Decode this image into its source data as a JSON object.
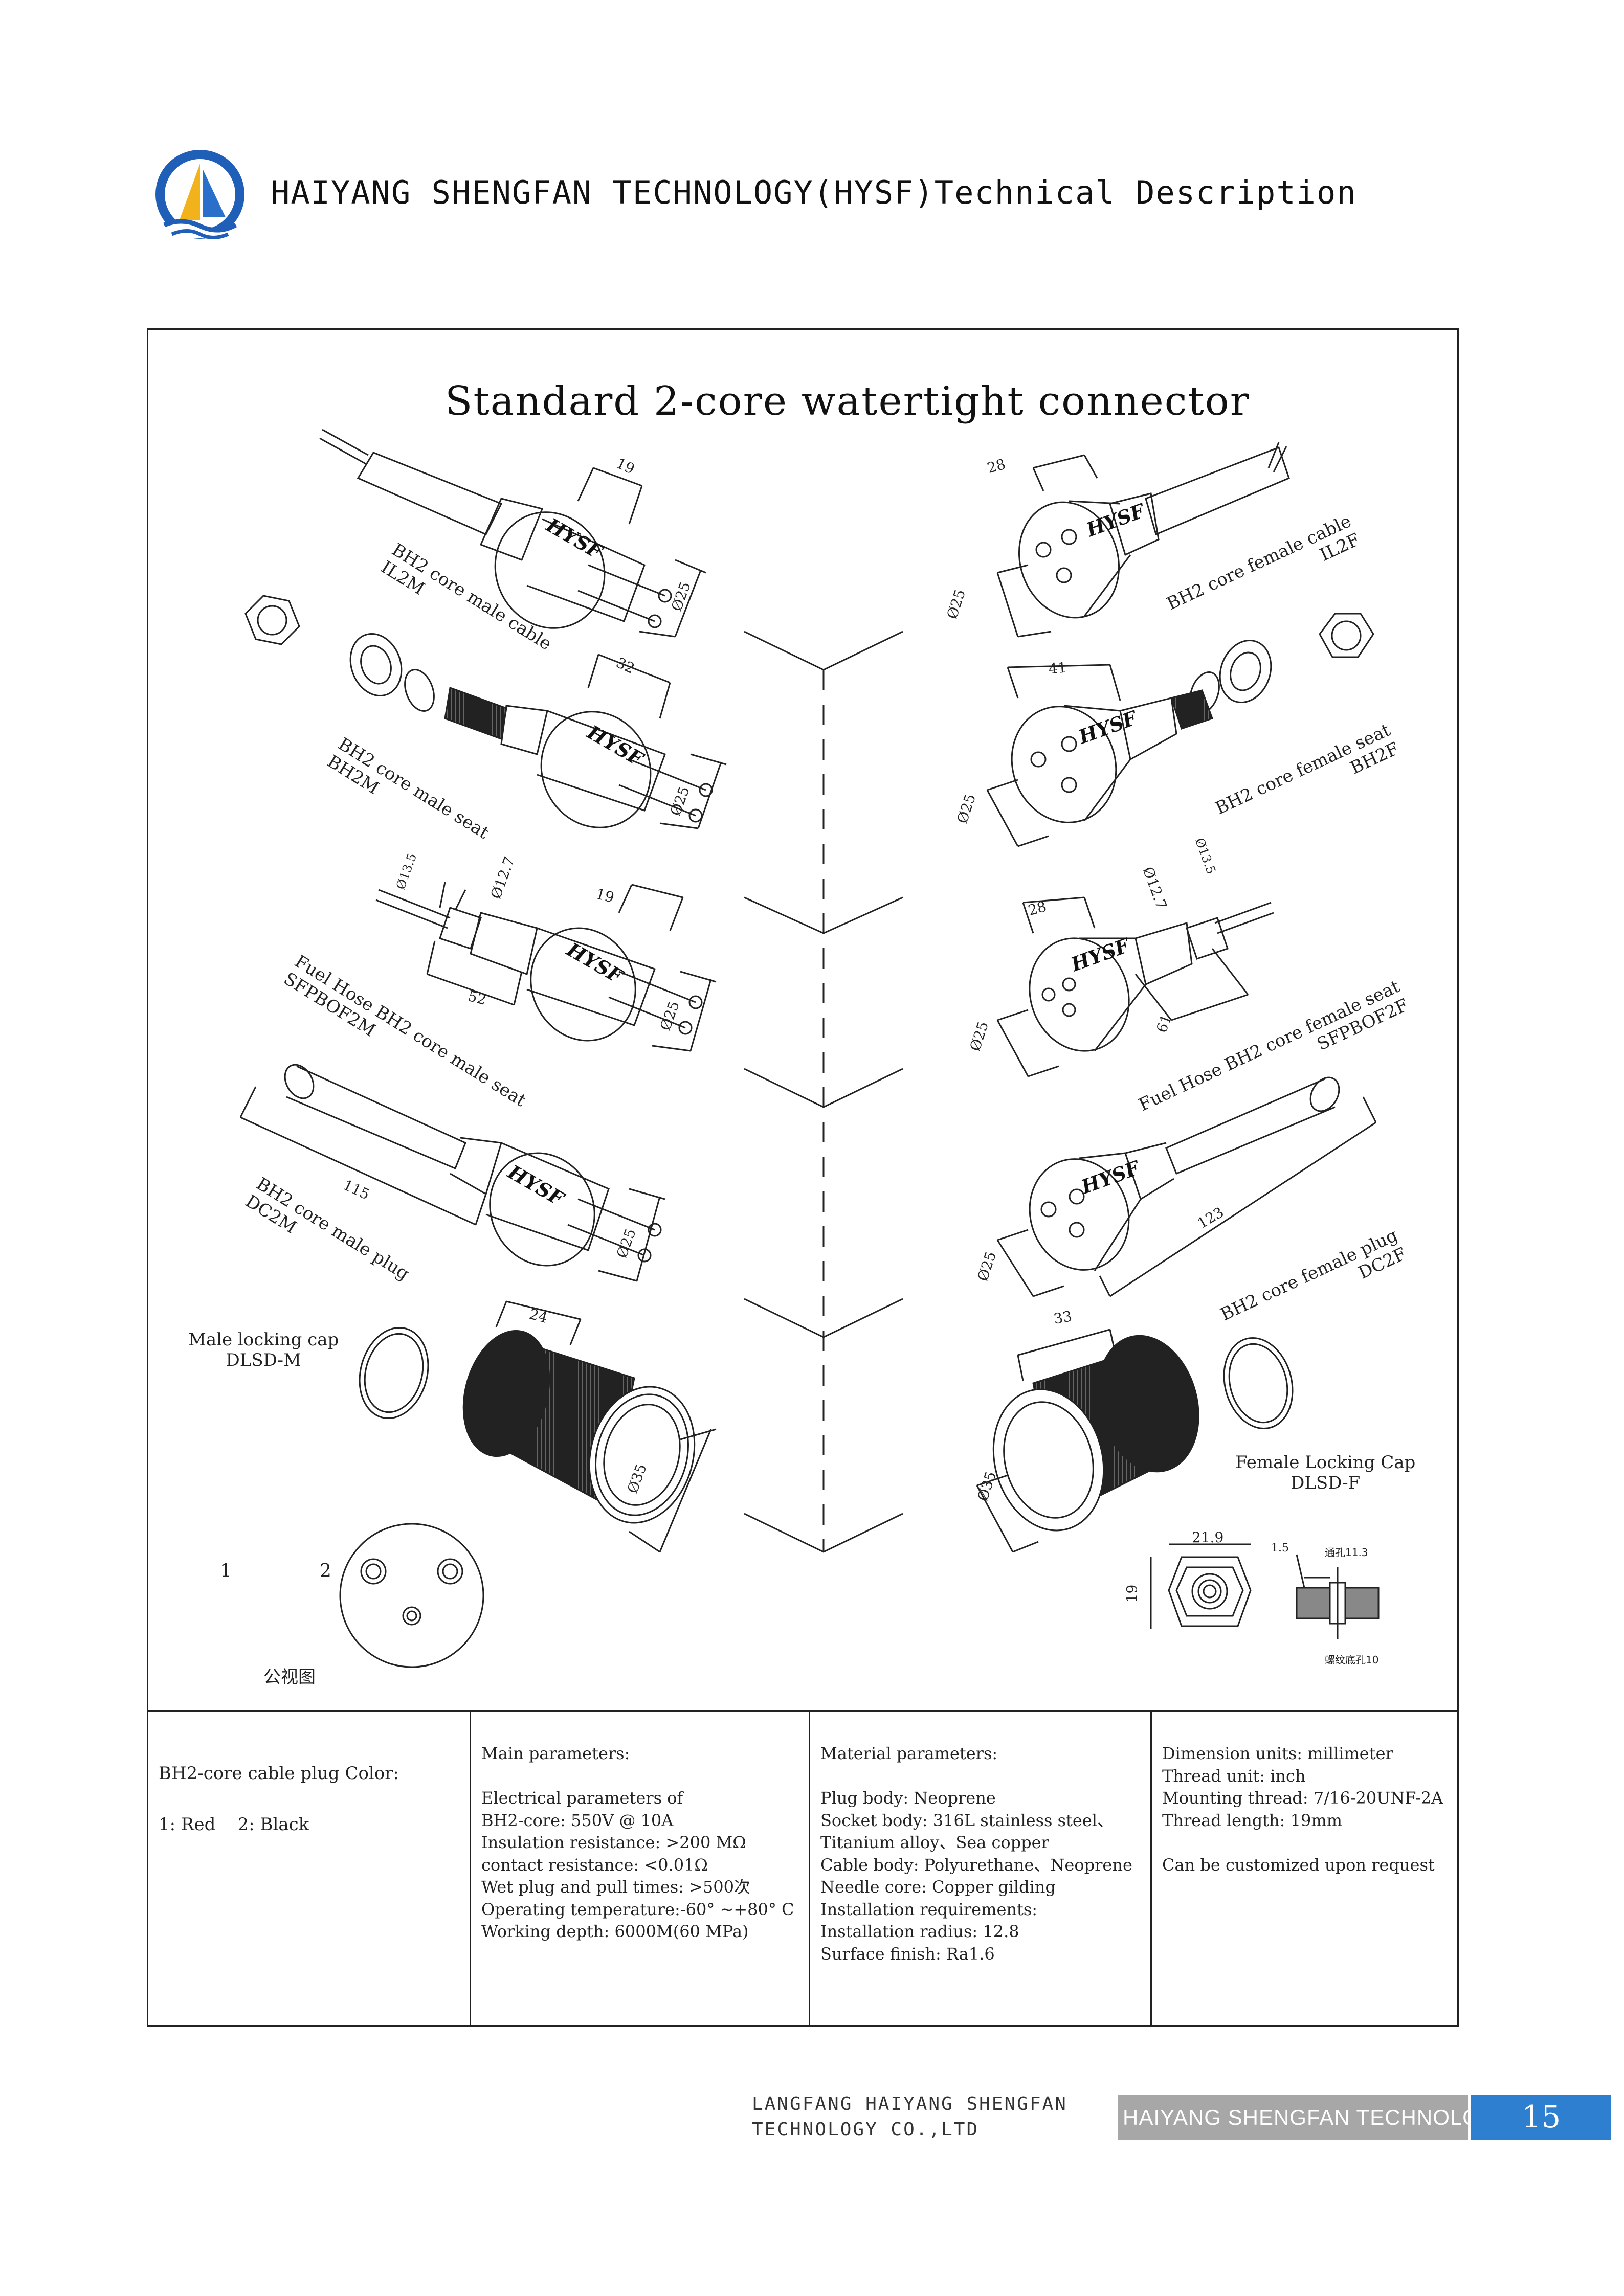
{
  "header": {
    "title": "HAIYANG SHENGFAN TECHNOLOGY(HYSF)Technical Description",
    "logo_icon": "hysf-sail-logo-icon"
  },
  "drawing": {
    "title": "Standard 2-core watertight connector",
    "brand_mark": "HYSF",
    "labels": {
      "male_cable": "BH2 core male cable\nIL2M",
      "female_cable": "BH2 core female cable\nIL2F",
      "male_seat": "BH2 core male seat\nBH2M",
      "female_seat": "BH2 core female seat\nBH2F",
      "fuel_male": "Fuel Hose BH2 core male seat\nSFPBOF2M",
      "fuel_female": "Fuel Hose BH2 core female seat\nSFPBOF2F",
      "male_plug": "BH2 core male plug\nDC2M",
      "female_plug": "BH2 core female plug\nDC2F",
      "male_cap": "Male locking cap\nDLSD-M",
      "female_cap": "Female Locking Cap\nDLSD-F",
      "view": "公视图",
      "pin1": "1",
      "pin2": "2"
    },
    "dims": {
      "d19a": "19",
      "d25a": "Ø25",
      "d28a": "28",
      "d25b": "Ø25",
      "d32": "32",
      "d25c": "Ø25",
      "d41": "41",
      "d25d": "Ø25",
      "d135a": "Ø13.5",
      "d127a": "Ø12.7",
      "d19b": "19",
      "d52": "52",
      "d25e": "Ø25",
      "d28b": "28",
      "d25f": "Ø25",
      "d61": "61",
      "d127b": "Ø12.7",
      "d135b": "Ø13.5",
      "d115": "115",
      "d25g": "Ø25",
      "d123": "123",
      "d25h": "Ø25",
      "d24": "24",
      "d35a": "Ø35",
      "d33": "33",
      "d35b": "Ø35",
      "d219": "21.9",
      "d19c": "19",
      "d15": "1.5",
      "hole1": "通孔11.3",
      "hole2": "螺纹底孔10"
    }
  },
  "params": {
    "color": {
      "title": "BH2-core cable plug Color:",
      "values": "1: Red    2: Black"
    },
    "main": {
      "title": "Main parameters:",
      "lines": [
        "Electrical parameters of",
        "BH2-core: 550V @ 10A",
        "Insulation resistance: >200 MΩ",
        "contact resistance: <0.01Ω",
        "Wet plug and pull times: >500次",
        "Operating temperature:-60° ~+80° C",
        "Working depth: 6000M(60 MPa)"
      ]
    },
    "material": {
      "title": "Material parameters:",
      "lines": [
        "Plug body: Neoprene",
        "Socket body: 316L stainless steel、",
        "Titanium alloy、Sea copper",
        "Cable body: Polyurethane、Neoprene",
        "Needle core: Copper gilding",
        "Installation requirements:",
        "Installation radius: 12.8",
        "Surface finish: Ra1.6"
      ]
    },
    "dimension": {
      "lines": [
        "Dimension units: millimeter",
        "Thread unit: inch",
        "Mounting thread: 7/16-20UNF-2A",
        "Thread length: 19mm",
        "",
        "Can be customized upon request"
      ]
    }
  },
  "footer": {
    "company_line1": "LANGFANG HAIYANG SHENGFAN",
    "company_line2": "TECHNOLOGY CO.,LTD",
    "bar_text": "HAIYANG SHENGFAN TECHNOLOGY",
    "page": "15",
    "bar_color": "#a7a7a7",
    "page_color": "#2f7fd0"
  }
}
